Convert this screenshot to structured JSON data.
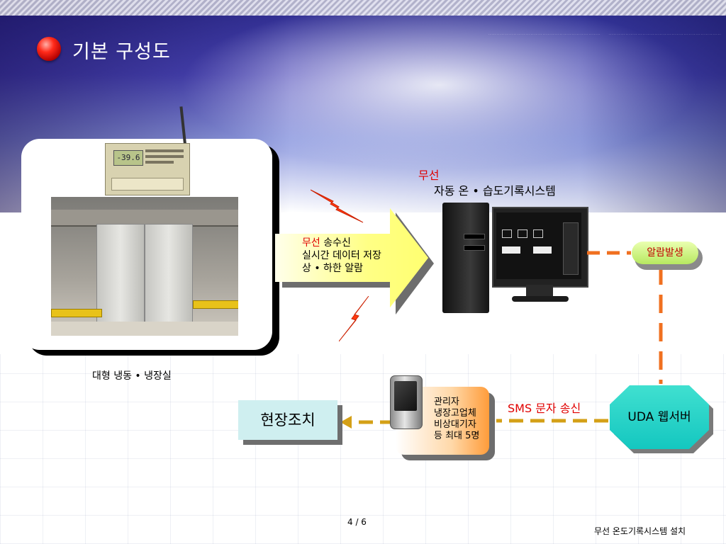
{
  "title": "기본 구성도",
  "left_panel": {
    "device_display": "-39.6",
    "caption": "대형 냉동 • 냉장실"
  },
  "arrow_label": {
    "line1_red": "무선",
    "line1_rest": " 송수신",
    "line2": "실시간 데이터 저장",
    "line3": "상 • 하한  알람"
  },
  "system": {
    "wireless": "무선",
    "name": "자동 온 • 습도기록시스템"
  },
  "alarm": "알람발생",
  "uda_server": "UDA 웹서버",
  "sms_label": "SMS 문자 송신",
  "manager": {
    "lines": [
      "관리자",
      "냉장고업체",
      "비상대기자",
      "등 최대 5명"
    ]
  },
  "field_action": "현장조치",
  "footer": {
    "page": "4 / 6",
    "title": "무선 온도기록시스템 설치"
  },
  "colors": {
    "accent_red": "#e00000",
    "connector_orange": "#f07020",
    "connector_gold": "#d4a017",
    "arrow_yellow": "#ffff99",
    "server_teal": "#20d0c8"
  }
}
